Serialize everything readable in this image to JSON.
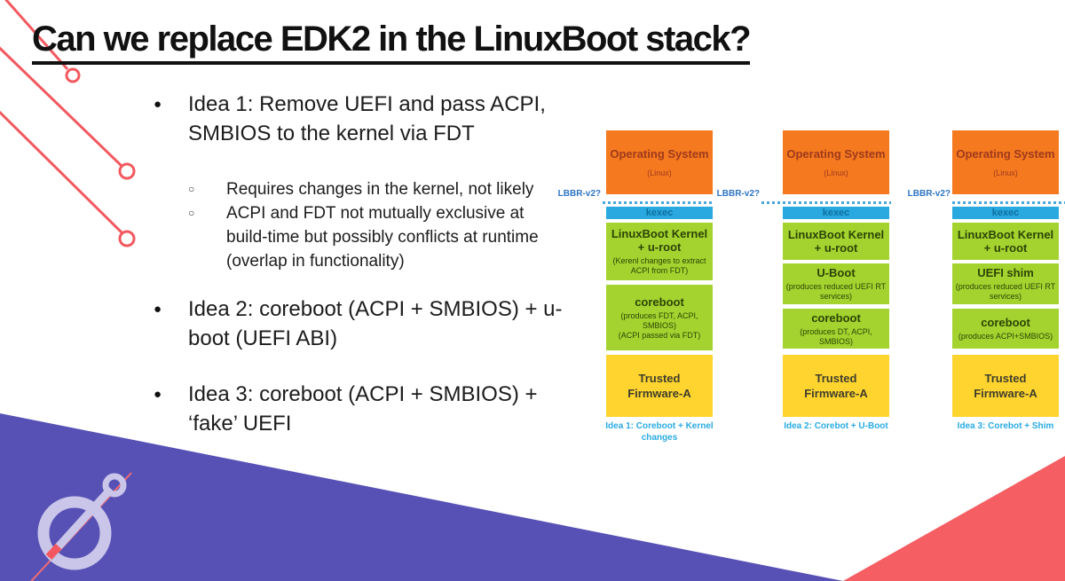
{
  "slide": {
    "title": "Can we replace EDK2 in the LinuxBoot stack?",
    "bullets": [
      {
        "label": "Idea 1: Remove UEFI and pass ACPI, SMBIOS to the kernel via FDT",
        "sub": [
          "Requires changes in the kernel, not likely",
          "ACPI and FDT not mutually exclusive at build-time but possibly conflicts at runtime (overlap in functionality)"
        ]
      },
      {
        "label": "Idea 2: coreboot (ACPI + SMBIOS) + u-boot (UEFI ABI)"
      },
      {
        "label": "Idea 3: coreboot (ACPI + SMBIOS) + ‘fake’ UEFI"
      }
    ]
  },
  "stacks": [
    {
      "lbbr_label": "LBBR-v2?",
      "os_title": "Operating System",
      "os_subtitle": "(Linux)",
      "kexec_label": "kexec",
      "layers": [
        {
          "heading": "LinuxBoot Kernel + u-root",
          "note": "(Kerenl changes to extract ACPI from FDT)"
        },
        {
          "heading": "coreboot",
          "note": "(produces FDT, ACPI,\nSMBIOS)\n(ACPI passed via FDT)"
        }
      ],
      "firmware": "Trusted Firmware-A",
      "caption": "Idea 1: Coreboot + Kernel changes"
    },
    {
      "lbbr_label": "LBBR-v2?",
      "os_title": "Operating System",
      "os_subtitle": "(Linux)",
      "kexec_label": "kexec",
      "layers": [
        {
          "heading": "LinuxBoot Kernel + u-root",
          "note": ""
        },
        {
          "heading": "U-Boot",
          "note": "(produces reduced UEFI RT services)"
        },
        {
          "heading": "coreboot",
          "note": "(produces DT, ACPI,\nSMBIOS)"
        }
      ],
      "firmware": "Trusted Firmware-A",
      "caption": "Idea 2: Corebot + U-Boot"
    },
    {
      "lbbr_label": "LBBR-v2?",
      "os_title": "Operating System",
      "os_subtitle": "(Linux)",
      "kexec_label": "kexec",
      "layers": [
        {
          "heading": "LinuxBoot Kernel + u-root",
          "note": ""
        },
        {
          "heading": "UEFI shim",
          "note": "(produces reduced UEFI RT services)"
        },
        {
          "heading": "coreboot",
          "note": "(produces ACPI+SMBIOS)"
        }
      ],
      "firmware": "Trusted Firmware-A",
      "caption": "Idea 3: Corebot + Shim"
    }
  ],
  "colors": {
    "orange": "#F5791F",
    "green": "#A4D32F",
    "kexec_blue": "#29A9DF",
    "yellow": "#FFD42F",
    "caption_blue": "#29ABE2",
    "lbbr_blue": "#2E74C4",
    "purple": "#5751B5",
    "accent_red": "#F55E63"
  }
}
